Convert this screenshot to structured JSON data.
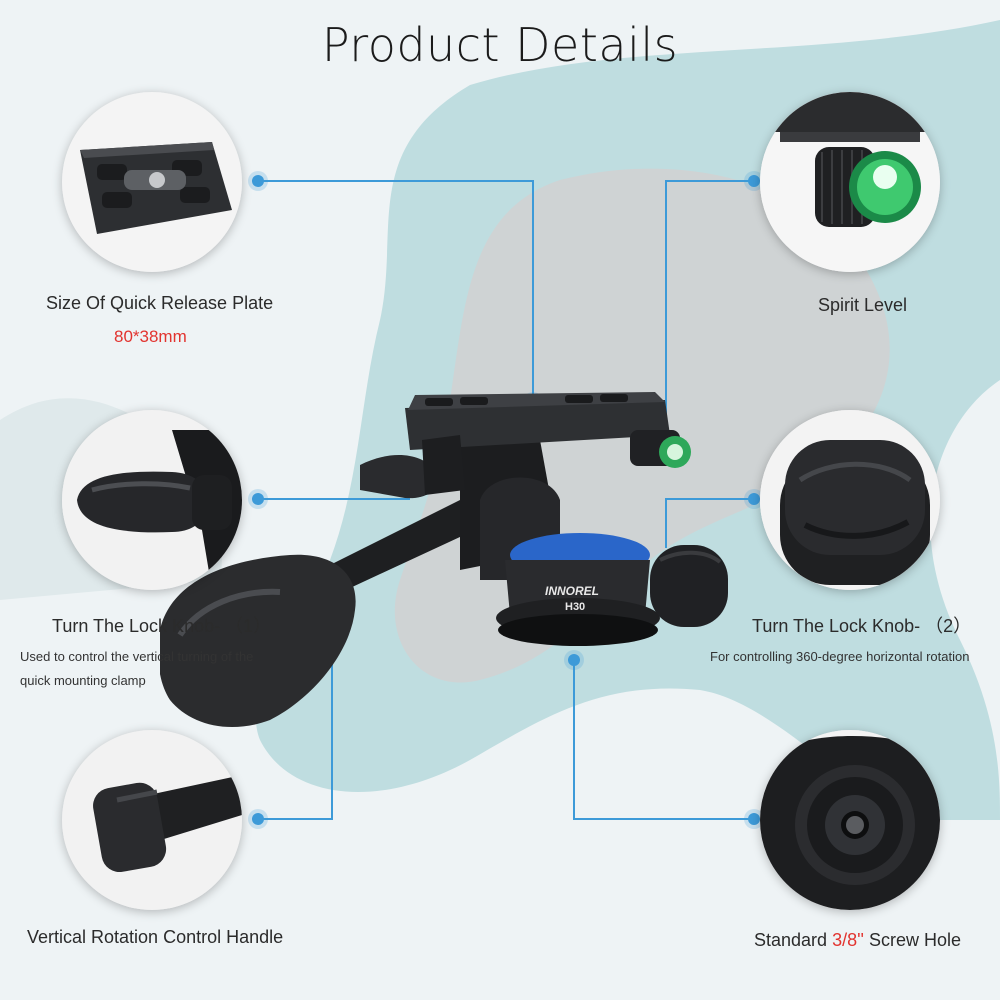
{
  "title": "Product Details",
  "colors": {
    "accent": "#3d9ad8",
    "highlight": "#e2332f",
    "blob": "#bfdde0",
    "gray": "#cfd3d4"
  },
  "features": {
    "plate": {
      "label": "Size Of Quick Release Plate",
      "value": "80*38mm"
    },
    "spirit_level": {
      "label": "Spirit Level"
    },
    "lock_knob_1": {
      "label": "Turn The Lock Knob- （1）",
      "desc_line1": "Used to control the vertical turning of the",
      "desc_line2": "quick mounting clamp"
    },
    "lock_knob_2": {
      "label": "Turn The Lock Knob- （2）",
      "desc": "For controlling 360-degree horizontal rotation"
    },
    "handle": {
      "label": "Vertical Rotation Control Handle"
    },
    "screw_hole": {
      "label_prefix": "Standard ",
      "label_value": "3/8''",
      "label_suffix": " Screw Hole"
    }
  },
  "product": {
    "brand": "INNOREL",
    "model": "H30"
  },
  "icons": [
    "plate-icon",
    "spirit-level-icon",
    "lock-knob-icon",
    "handle-icon",
    "screw-hole-icon"
  ]
}
